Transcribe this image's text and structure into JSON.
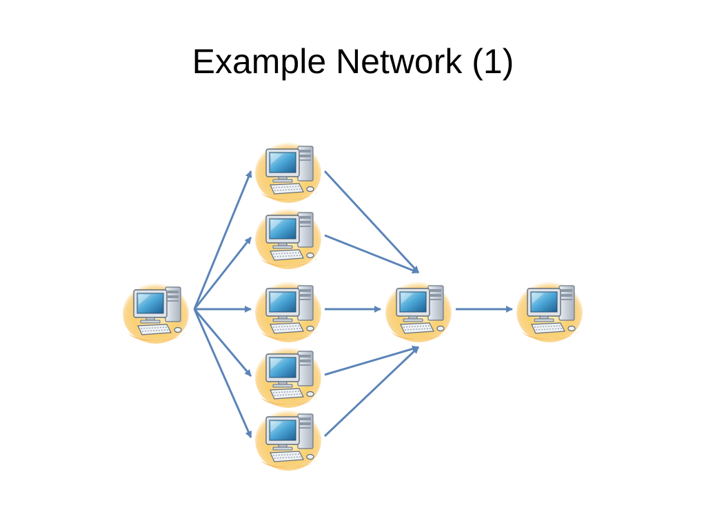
{
  "slide": {
    "title": "Example Network (1)"
  },
  "diagram": {
    "node_icon": "desktop-computer-icon",
    "edge_color": "#5b84b8",
    "node_glow_color": "#f6b73c",
    "nodes": [
      {
        "id": "source"
      },
      {
        "id": "middle-1"
      },
      {
        "id": "middle-2"
      },
      {
        "id": "middle-3"
      },
      {
        "id": "middle-4"
      },
      {
        "id": "middle-5"
      },
      {
        "id": "hub"
      },
      {
        "id": "sink"
      }
    ],
    "edges": [
      {
        "from": "source",
        "to": "middle-1"
      },
      {
        "from": "source",
        "to": "middle-2"
      },
      {
        "from": "source",
        "to": "middle-3"
      },
      {
        "from": "source",
        "to": "middle-4"
      },
      {
        "from": "source",
        "to": "middle-5"
      },
      {
        "from": "middle-1",
        "to": "hub"
      },
      {
        "from": "middle-2",
        "to": "hub"
      },
      {
        "from": "middle-3",
        "to": "hub"
      },
      {
        "from": "middle-4",
        "to": "hub"
      },
      {
        "from": "middle-5",
        "to": "hub"
      },
      {
        "from": "hub",
        "to": "sink"
      }
    ]
  }
}
